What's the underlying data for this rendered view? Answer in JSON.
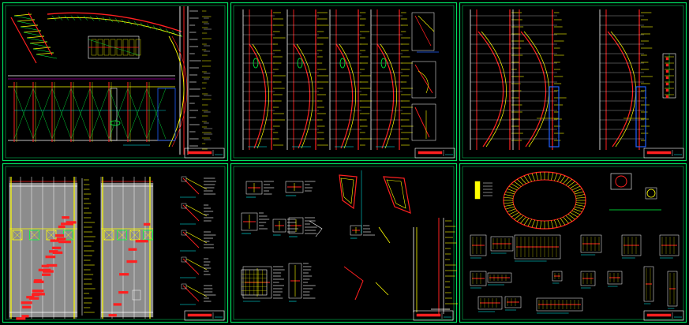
{
  "drawing": {
    "background": "#000000",
    "frame_color": "#00e060",
    "title_block_accent": "#ff2020",
    "sheets": [
      {
        "id": "sheet-1",
        "content": "roof-truss-and-frame-elevation"
      },
      {
        "id": "sheet-2",
        "content": "curved-facade-sections"
      },
      {
        "id": "sheet-3",
        "content": "curved-facade-sections-with-core"
      },
      {
        "id": "sheet-4",
        "content": "panel-elevations-and-details"
      },
      {
        "id": "sheet-5",
        "content": "connection-details"
      },
      {
        "id": "sheet-6",
        "content": "oval-plan-and-details"
      }
    ]
  },
  "palette": {
    "red": "#ff2020",
    "yellow": "#ffff00",
    "green": "#00ff40",
    "cyan": "#00ffff",
    "white": "#ffffff",
    "magenta": "#ff00ff",
    "blue": "#2060ff",
    "gray": "#8c8c8c"
  }
}
